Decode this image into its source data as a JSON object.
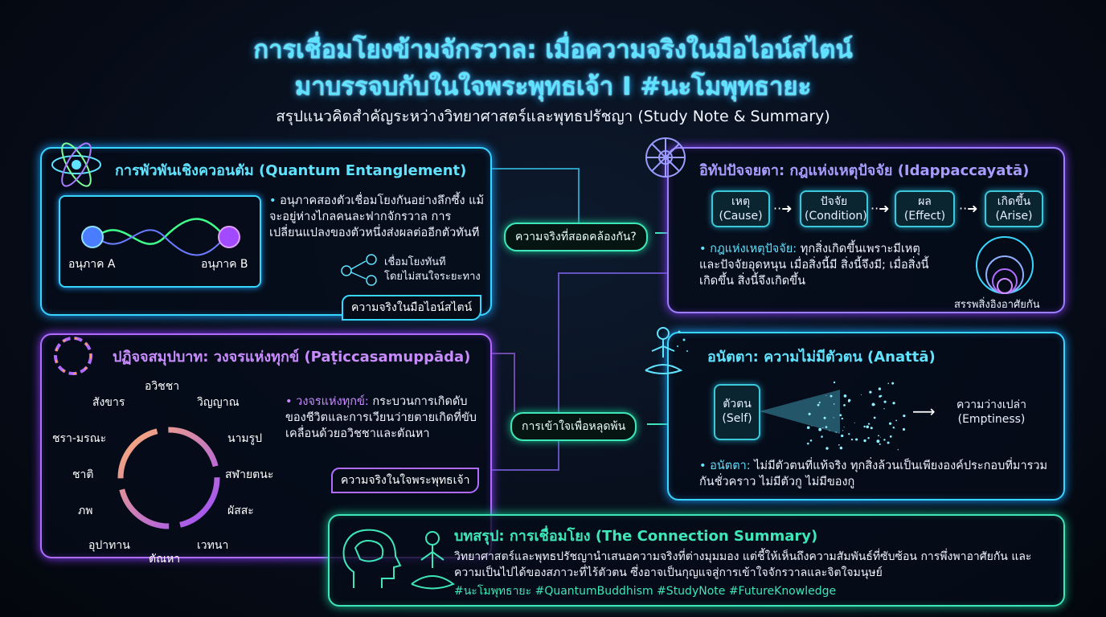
{
  "header": {
    "title_line1": "การเชื่อมโยงข้ามจักรวาล: เมื่อความจริงในมือไอน์สไตน์",
    "title_line2": "มาบรรจบกับในใจพระพุทธเจ้า I #นะโมพุทธายะ",
    "subtitle": "สรุปแนวคิดสำคัญระหว่างวิทยาศาสตร์และพุทธปรัชญา (Study Note & Summary)"
  },
  "quantum": {
    "title": "การพัวพันเชิงควอนตัม (Quantum Entanglement)",
    "particle_a": "อนุภาค A",
    "particle_b": "อนุภาค B",
    "bullet": "อนุภาคสองตัวเชื่อมโยงกันอย่างลึกซึ้ง แม้จะอยู่ห่างไกลคนละฟากจักรวาล การเปลี่ยนแปลงของตัวหนึ่งส่งผลต่ออีกตัวทันที",
    "mini_line1": "เชื่อมโยงทันที",
    "mini_line2": "โดยไม่สนใจระยะทาง",
    "tag": "ความจริงในมือไอน์สไตน์",
    "icon": "atom-icon"
  },
  "connector1": "ความจริงที่สอดคล้องกัน?",
  "connector2": "การเข้าใจเพื่อหลุดพ้น",
  "idappa": {
    "title": "อิทัปปัจจยตา: กฎแห่งเหตุปัจจัย (Idappaccayatā)",
    "steps": [
      {
        "th": "เหตุ",
        "en": "(Cause)"
      },
      {
        "th": "ปัจจัย",
        "en": "(Condition)"
      },
      {
        "th": "ผล",
        "en": "(Effect)"
      },
      {
        "th": "เกิดขึ้น",
        "en": "(Arise)"
      }
    ],
    "bullet_label": "กฎแห่งเหตุปัจจัย:",
    "bullet": "ทุกสิ่งเกิดขึ้นเพราะมีเหตุและปัจจัยอุดหนุน เมื่อสิ่งนี้มี สิ่งนี้จึงมี; เมื่อสิ่งนี้เกิดขึ้น สิ่งนี้จึงเกิดขึ้น",
    "circles_label": "สรรพสิ่งอิงอาศัยกัน",
    "icon": "dharma-wheel-icon"
  },
  "patic": {
    "title": "ปฏิจจสมุปบาท: วงจรแห่งทุกข์ (Paṭiccasamuppāda)",
    "links": [
      "อวิชชา",
      "วิญญาณ",
      "นามรูป",
      "สฬายตนะ",
      "ผัสสะ",
      "เวทนา",
      "ตัณหา",
      "อุปาทาน",
      "ภพ",
      "ชาติ",
      "ชรา-มรณะ",
      "สังขาร"
    ],
    "bullet_label": "วงจรแห่งทุกข์:",
    "bullet": "กระบวนการเกิดดับของชีวิตและการเวียนว่ายตายเกิดที่ขับเคลื่อนด้วยอวิชชาและตัณหา",
    "tag": "ความจริงในใจพระพุทธเจ้า",
    "icon": "cycle-arrows-icon"
  },
  "anatta": {
    "title": "อนัตตา: ความไม่มีตัวตน (Anattā)",
    "self_th": "ตัวตน",
    "self_en": "(Self)",
    "empty_th": "ความว่างเปล่า",
    "empty_en": "(Emptiness)",
    "bullet_label": "อนัตตา:",
    "bullet": "ไม่มีตัวตนที่แท้จริง ทุกสิ่งล้วนเป็นเพียงองค์ประกอบที่มารวมกันชั่วคราว ไม่มีตัวกู ไม่มีของกู",
    "icon": "meditating-figure-icon"
  },
  "summary": {
    "title": "บทสรุป: การเชื่อมโยง (The Connection Summary)",
    "text": "วิทยาศาสตร์และพุทธปรัชญานำเสนอความจริงที่ต่างมุมมอง แต่ชี้ให้เห็นถึงความสัมพันธ์ที่ซับซ้อน การพึ่งพาอาศัยกัน และความเป็นไปได้ของสภาวะที่ไร้ตัวตน ซึ่งอาจเป็นกุญแจสู่การเข้าใจจักรวาลและจิตใจมนุษย์",
    "hashtags": "#นะโมพุทธายะ #QuantumBuddhism #StudyNote #FutureKnowledge"
  },
  "colors": {
    "cyan": "#38d6ff",
    "purple": "#b06cff",
    "green": "#3ee6b8",
    "orange": "#ff9a5c"
  }
}
